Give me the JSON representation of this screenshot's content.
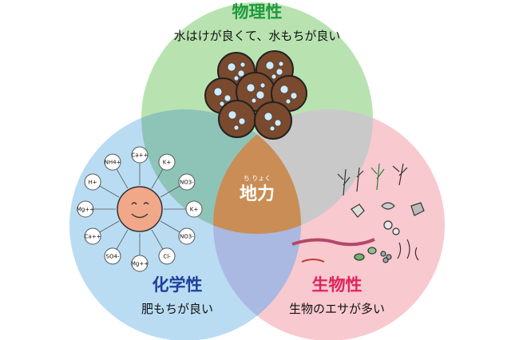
{
  "physical": {
    "title": "物理性",
    "desc": "水はけが良くて、水もちが良い",
    "color": "#1f9a3c",
    "fill": "#b8e3b0"
  },
  "chemical": {
    "title": "化学性",
    "desc": "肥もちが良い",
    "color": "#1e3f9a",
    "fill": "#b9dcf3",
    "ions": [
      "Ca++",
      "K+",
      "NO3-",
      "K+",
      "NO3-",
      "Cl-",
      "Mg++",
      "SO4-",
      "Ca++",
      "Mg++",
      "H+",
      "NH4+"
    ]
  },
  "biological": {
    "title": "生物性",
    "desc": "生物のエサが多い",
    "color": "#e0245e",
    "fill": "#f8c9cf"
  },
  "center": {
    "ruby": "ち りょく",
    "title": "地力",
    "fill": "#c98d55"
  },
  "overlaps": {
    "physical_chemical": "#8ec4b8",
    "physical_biological": "#c9c9c9",
    "chemical_biological": "#a9b9e1"
  }
}
